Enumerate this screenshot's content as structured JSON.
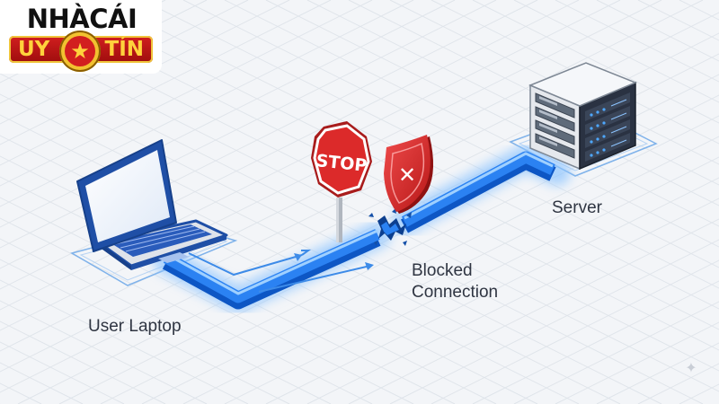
{
  "logo": {
    "line1": "NHÀCÁI",
    "band_left": "UY",
    "band_right": "TÍN",
    "emblem_glyph": "★"
  },
  "diagram": {
    "user_label": "User Laptop",
    "server_label": "Server",
    "blocked_label_line1": "Blocked",
    "blocked_label_line2": "Connection",
    "stop_sign_text": "STOP",
    "shield_symbol": "✕"
  },
  "colors": {
    "background": "#f3f5f8",
    "connection": "#1e73e8",
    "connection_glow": "#8cc4ff",
    "stop_red": "#dc2a2a",
    "shield_red": "#d92b2b",
    "laptop_blue": "#1f4fa6",
    "server_gray": "#e5e8ed"
  }
}
